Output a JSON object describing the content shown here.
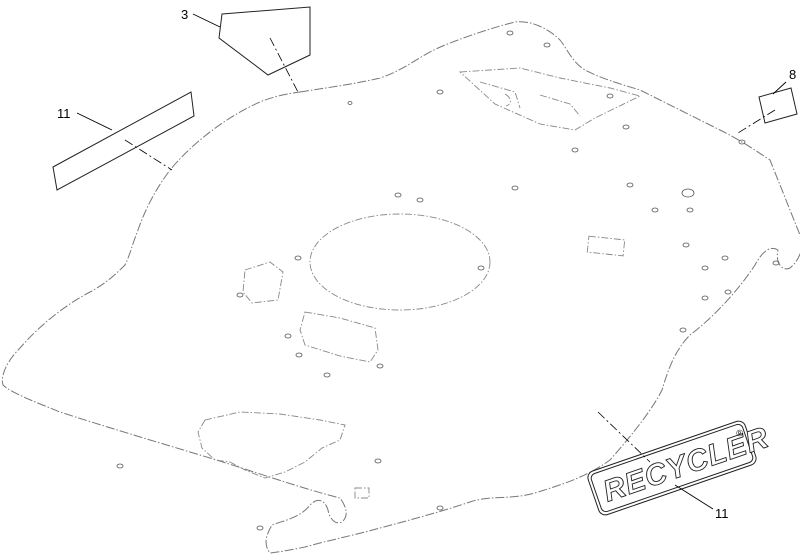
{
  "callouts": [
    {
      "id": "c3",
      "label": "3"
    },
    {
      "id": "c8",
      "label": "8"
    },
    {
      "id": "c11a",
      "label": "11"
    },
    {
      "id": "c11b",
      "label": "11"
    }
  ],
  "decal_logo_text": "RECYCLER",
  "decal_logo_mark": "®"
}
